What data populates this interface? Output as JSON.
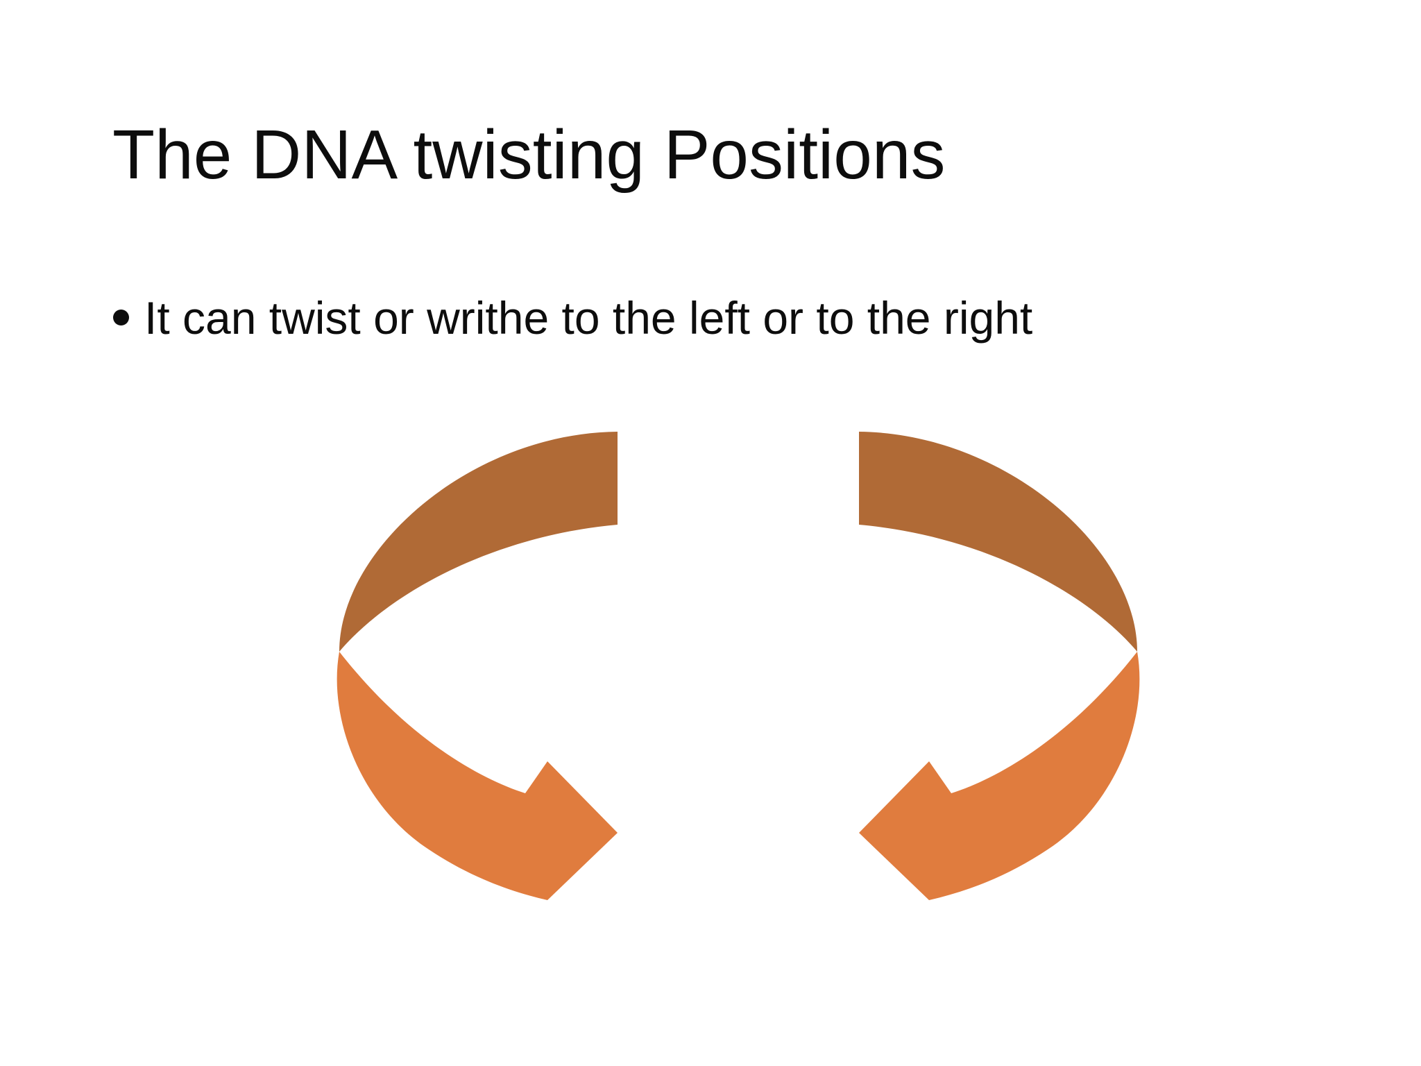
{
  "slide": {
    "title": "The DNA twisting Positions",
    "bullet": "It can twist or writhe to the left or to the right",
    "colors": {
      "background": "#ffffff",
      "text": "#0d0d0d",
      "arrow_dark": "#b06a36",
      "arrow_light": "#e07c3e"
    },
    "diagram": {
      "left_arrow": "clockwise-rotation-arrow (curved ribbon, head points right)",
      "right_arrow": "counterclockwise-rotation-arrow (curved ribbon, head points left)"
    }
  }
}
